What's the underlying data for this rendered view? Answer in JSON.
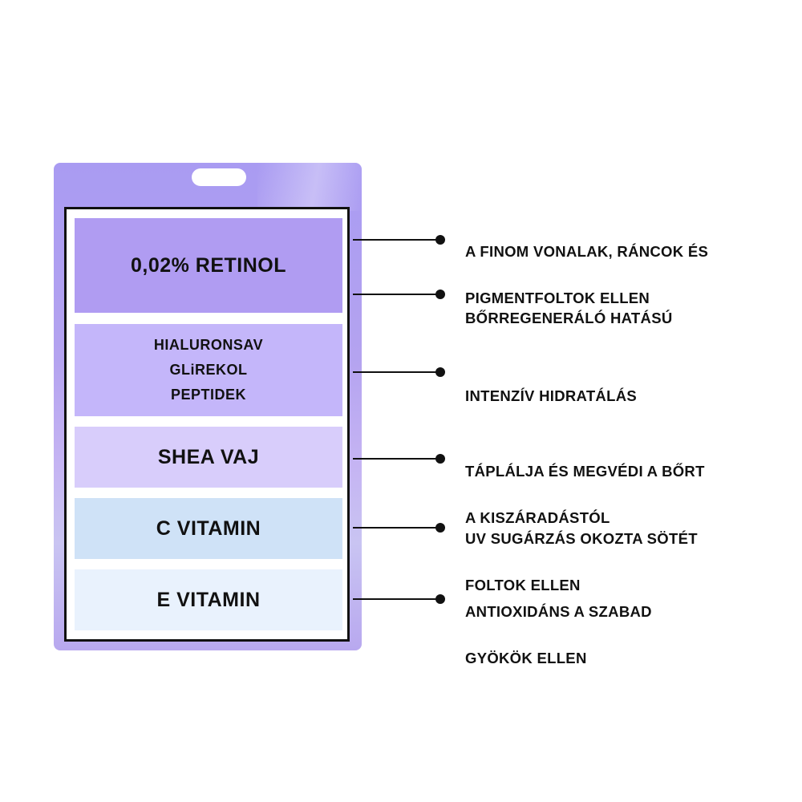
{
  "ingredients": [
    {
      "lines": [
        "0,02% RETINOL"
      ],
      "color": "#b09cf2"
    },
    {
      "lines": [
        "HIALURONSAV",
        "GLiREKOL",
        "PEPTIDEK"
      ],
      "color": "#c4b6fa"
    },
    {
      "lines": [
        "SHEA VAJ"
      ],
      "color": "#d8cdfb"
    },
    {
      "lines": [
        "C VITAMIN"
      ],
      "color": "#cfe2f7"
    },
    {
      "lines": [
        "E VITAMIN"
      ],
      "color": "#e9f2fd"
    }
  ],
  "benefits": [
    {
      "lines": [
        "A FINOM VONALAK, RÁNCOK ÉS",
        "PIGMENTFOLTOK ELLEN"
      ]
    },
    {
      "lines": [
        "BŐRREGENERÁLÓ HATÁSÚ"
      ]
    },
    {
      "lines": [
        "INTENZÍV HIDRATÁLÁS"
      ]
    },
    {
      "lines": [
        "TÁPLÁLJA ÉS MEGVÉDI A BŐRT",
        "A KISZÁRADÁSTÓL"
      ]
    },
    {
      "lines": [
        "UV SUGÁRZÁS OKOZTA SÖTÉT",
        "FOLTOK ELLEN"
      ]
    },
    {
      "lines": [
        "ANTIOXIDÁNS A SZABAD",
        "GYÖKÖK ELLEN"
      ]
    }
  ],
  "colors": {
    "sachet": "#b4a3f0",
    "frame": "#111111",
    "connector": "#111111"
  }
}
